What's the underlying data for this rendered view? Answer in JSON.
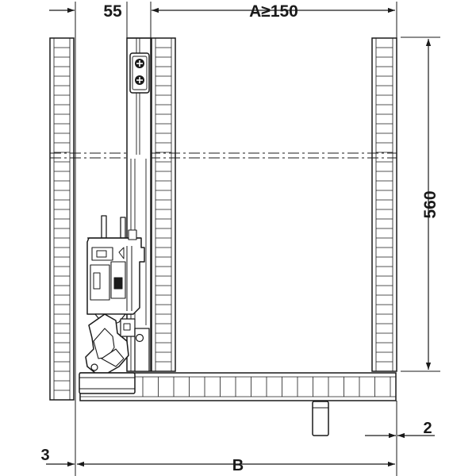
{
  "dimensions": {
    "top_left": "55",
    "top_right": "A≥150",
    "right_height": "560",
    "bottom_right_gap": "2",
    "bottom_left_gap": "3",
    "bottom_width": "B"
  },
  "colors": {
    "line": "#1a1a1a",
    "panel_fill": "#ffffff",
    "background": "#ffffff"
  }
}
